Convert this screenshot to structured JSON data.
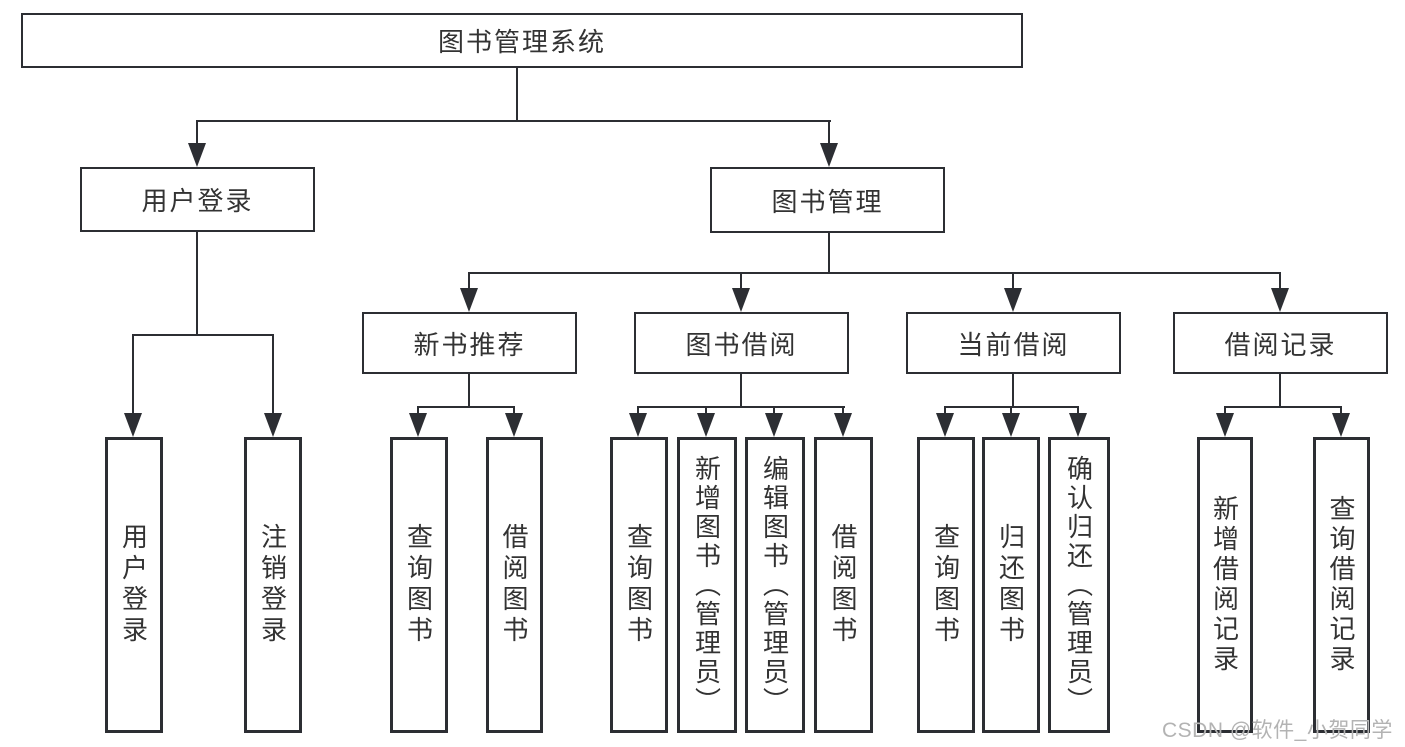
{
  "tree": {
    "root": {
      "label": "图书管理系统",
      "children": [
        {
          "label": "用户登录",
          "children": [
            {
              "label": "用户登录"
            },
            {
              "label": "注销登录"
            }
          ]
        },
        {
          "label": "图书管理",
          "children": [
            {
              "label": "新书推荐",
              "children": [
                {
                  "label": "查询图书"
                },
                {
                  "label": "借阅图书"
                }
              ]
            },
            {
              "label": "图书借阅",
              "children": [
                {
                  "label": "查询图书"
                },
                {
                  "label": "新增图书（管理员）"
                },
                {
                  "label": "编辑图书（管理员）"
                },
                {
                  "label": "借阅图书"
                }
              ]
            },
            {
              "label": "当前借阅",
              "children": [
                {
                  "label": "查询图书"
                },
                {
                  "label": "归还图书"
                },
                {
                  "label": "确认归还（管理员）"
                }
              ]
            },
            {
              "label": "借阅记录",
              "children": [
                {
                  "label": "新增借阅记录"
                },
                {
                  "label": "查询借阅记录"
                }
              ]
            }
          ]
        }
      ]
    }
  },
  "watermark": {
    "text": "CSDN @软件_小贺同学"
  },
  "colors": {
    "line": "#2c2e33",
    "text": "#333333",
    "box_background": "#ffffff",
    "watermark": "#b3b3b3"
  }
}
